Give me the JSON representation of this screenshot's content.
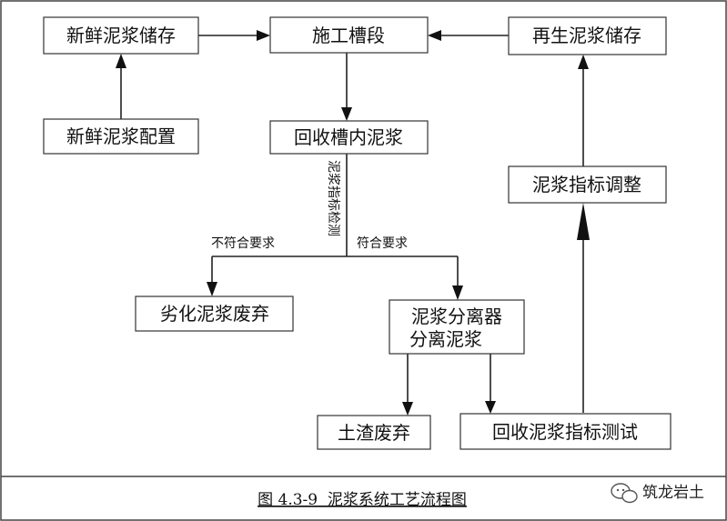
{
  "boxes": {
    "fresh_storage": "新鲜泥浆储存",
    "trench_section": "施工槽段",
    "regen_storage": "再生泥浆储存",
    "fresh_config": "新鲜泥浆配置",
    "recycled_in_trench": "回收槽内泥浆",
    "mud_index_adjust": "泥浆指标调整",
    "degraded_disposal": "劣化泥浆废弃",
    "separator_line1": "泥浆分离器",
    "separator_line2": "分离泥浆",
    "soil_disposal": "土渣废弃",
    "recycled_test": "回收泥浆指标测试"
  },
  "labels": {
    "vertical_inspection": "泥浆指标检测",
    "not_meet": "不符合要求",
    "meets": "符合要求"
  },
  "caption": "图 4.3-9  泥浆系统工艺流程图",
  "watermark": "筑龙岩土",
  "icons": {
    "watermark_icon": "wechat-bubble-icon"
  }
}
